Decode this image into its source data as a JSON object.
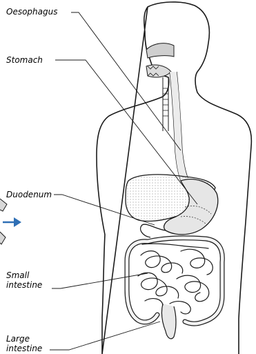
{
  "labels": {
    "oesophagus": "Oesophagus",
    "stomach": "Stomach",
    "duodenum": "Duodenum",
    "small_line1": "Small",
    "small_line2": "intestine",
    "large_line1": "Large",
    "large_line2": "intestine"
  },
  "colors": {
    "stroke": "#1a1a1a",
    "organ_fill": "#e8e8e8",
    "arrow": "#2f6fb5"
  }
}
